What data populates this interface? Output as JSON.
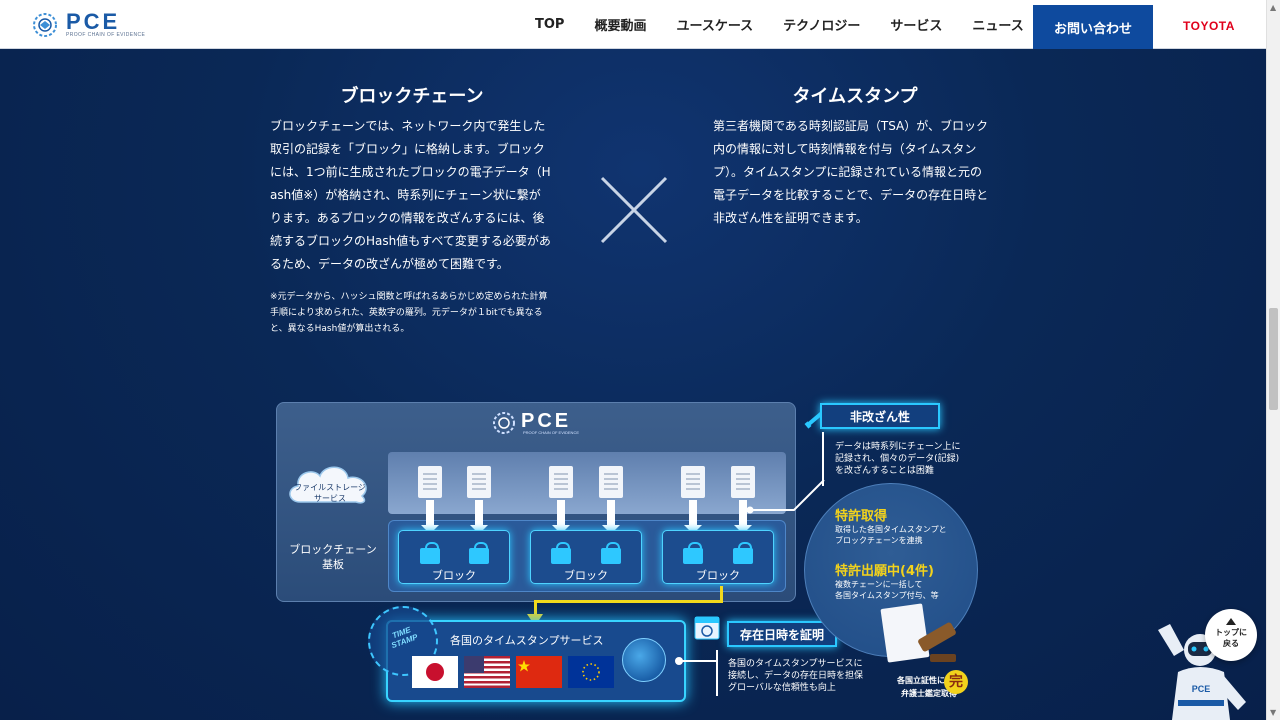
{
  "header": {
    "logo_title": "PCE",
    "logo_sub": "PROOF CHAIN OF EVIDENCE",
    "nav": [
      "TOP",
      "概要動画",
      "ユースケース",
      "テクノロジー",
      "サービス",
      "ニュース"
    ],
    "contact_label": "お問い合わせ",
    "brand": "TOYOTA"
  },
  "blockchain": {
    "title": "ブロックチェーン",
    "lines": [
      "ブロックチェーンでは、ネットワーク内で発生した",
      "取引の記録を「ブロック」に格納します。ブロック",
      "には、1つ前に生成されたブロックの電子データ（H",
      "ash値※）が格納され、時系列にチェーン状に繋が",
      "ります。あるブロックの情報を改ざんするには、後",
      "続するブロックのHash値もすべて変更する必要があ",
      "るため、データの改ざんが極めて困難です。"
    ],
    "note": [
      "※元データから、ハッシュ関数と呼ばれるあらかじめ定められた計算",
      "手順により求められた、英数字の羅列。元データが１bitでも異なる",
      "と、異なるHash値が算出される。"
    ]
  },
  "timestamp": {
    "title": "タイムスタンプ",
    "lines": [
      "第三者機関である時刻認証局（TSA）が、ブロック",
      "内の情報に対して時刻情報を付与（タイムスタン",
      "プ）。タイムスタンプに記録されている情報と元の",
      "電子データを比較することで、データの存在日時と",
      "非改ざん性を証明できます。"
    ]
  },
  "diagram": {
    "pce": "PCE",
    "pce_sub": "PROOF CHAIN OF EVIDENCE",
    "storage": [
      "ファイルストレージ",
      "サービス"
    ],
    "chain_base": [
      "ブロックチェーン",
      "基板"
    ],
    "block_label": "ブロック",
    "ts_service": "各国のタイムスタンプサービス",
    "stamp": [
      "TIME",
      "STAMP"
    ],
    "tamper": {
      "title": "非改ざん性",
      "text": [
        "データは時系列にチェーン上に",
        "記録され、個々のデータ(記録)",
        "を改ざんすることは困難"
      ]
    },
    "patent": {
      "title1": "特許取得",
      "text1": [
        "取得した各国タイムスタンプと",
        "ブロックチェーンを連携"
      ],
      "title2": "特許出願中(4件)",
      "text2": [
        "複数チェーンに一括して",
        "各国タイムスタンプ付与、等"
      ]
    },
    "existence": {
      "title": "存在日時を証明",
      "text": [
        "各国のタイムスタンプサービスに",
        "接続し、データの存在日時を担保",
        "グローバルな信頼性も向上"
      ]
    },
    "cert": [
      "各国立証性につき",
      "弁護士鑑定取得"
    ],
    "kan": "完"
  },
  "totop": [
    "トップに",
    "戻る"
  ],
  "colors": {
    "nav_contact": "#0e4a9e",
    "brand_red": "#e0001b",
    "accent_cyan": "#2ac8ff",
    "accent_yellow": "#f2d21c"
  }
}
